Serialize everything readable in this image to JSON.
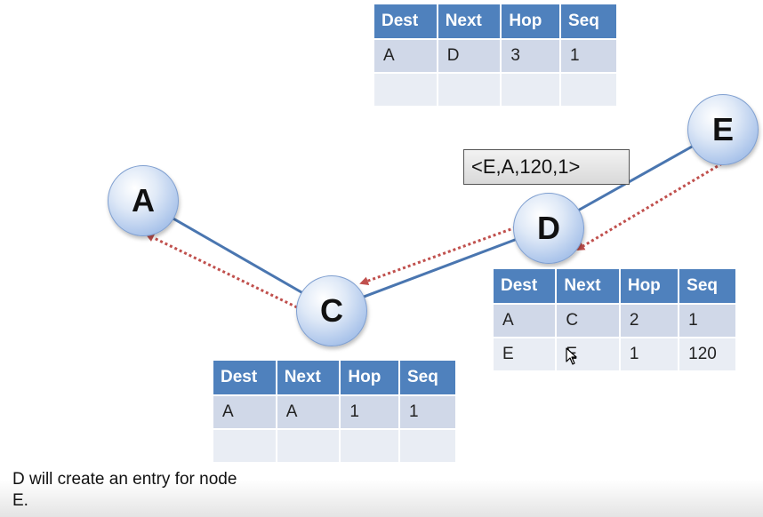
{
  "nodes": {
    "a": "A",
    "c": "C",
    "d": "D",
    "e": "E"
  },
  "message": "<E,A,120,1>",
  "headers": [
    "Dest",
    "Next",
    "Hop",
    "Seq"
  ],
  "table_top": {
    "rows": [
      [
        "A",
        "D",
        "3",
        "1"
      ],
      [
        "",
        "",
        "",
        ""
      ]
    ]
  },
  "table_c": {
    "rows": [
      [
        "A",
        "A",
        "1",
        "1"
      ],
      [
        "",
        "",
        "",
        ""
      ]
    ]
  },
  "table_d": {
    "rows": [
      [
        "A",
        "C",
        "2",
        "1"
      ],
      [
        "E",
        "E",
        "1",
        "120"
      ]
    ]
  },
  "caption": {
    "line1": "D will create an entry for node",
    "line2": "E."
  },
  "colors": {
    "link": "#4a76b0",
    "reverse_path": "#c0504d",
    "header": "#4f81bd"
  }
}
